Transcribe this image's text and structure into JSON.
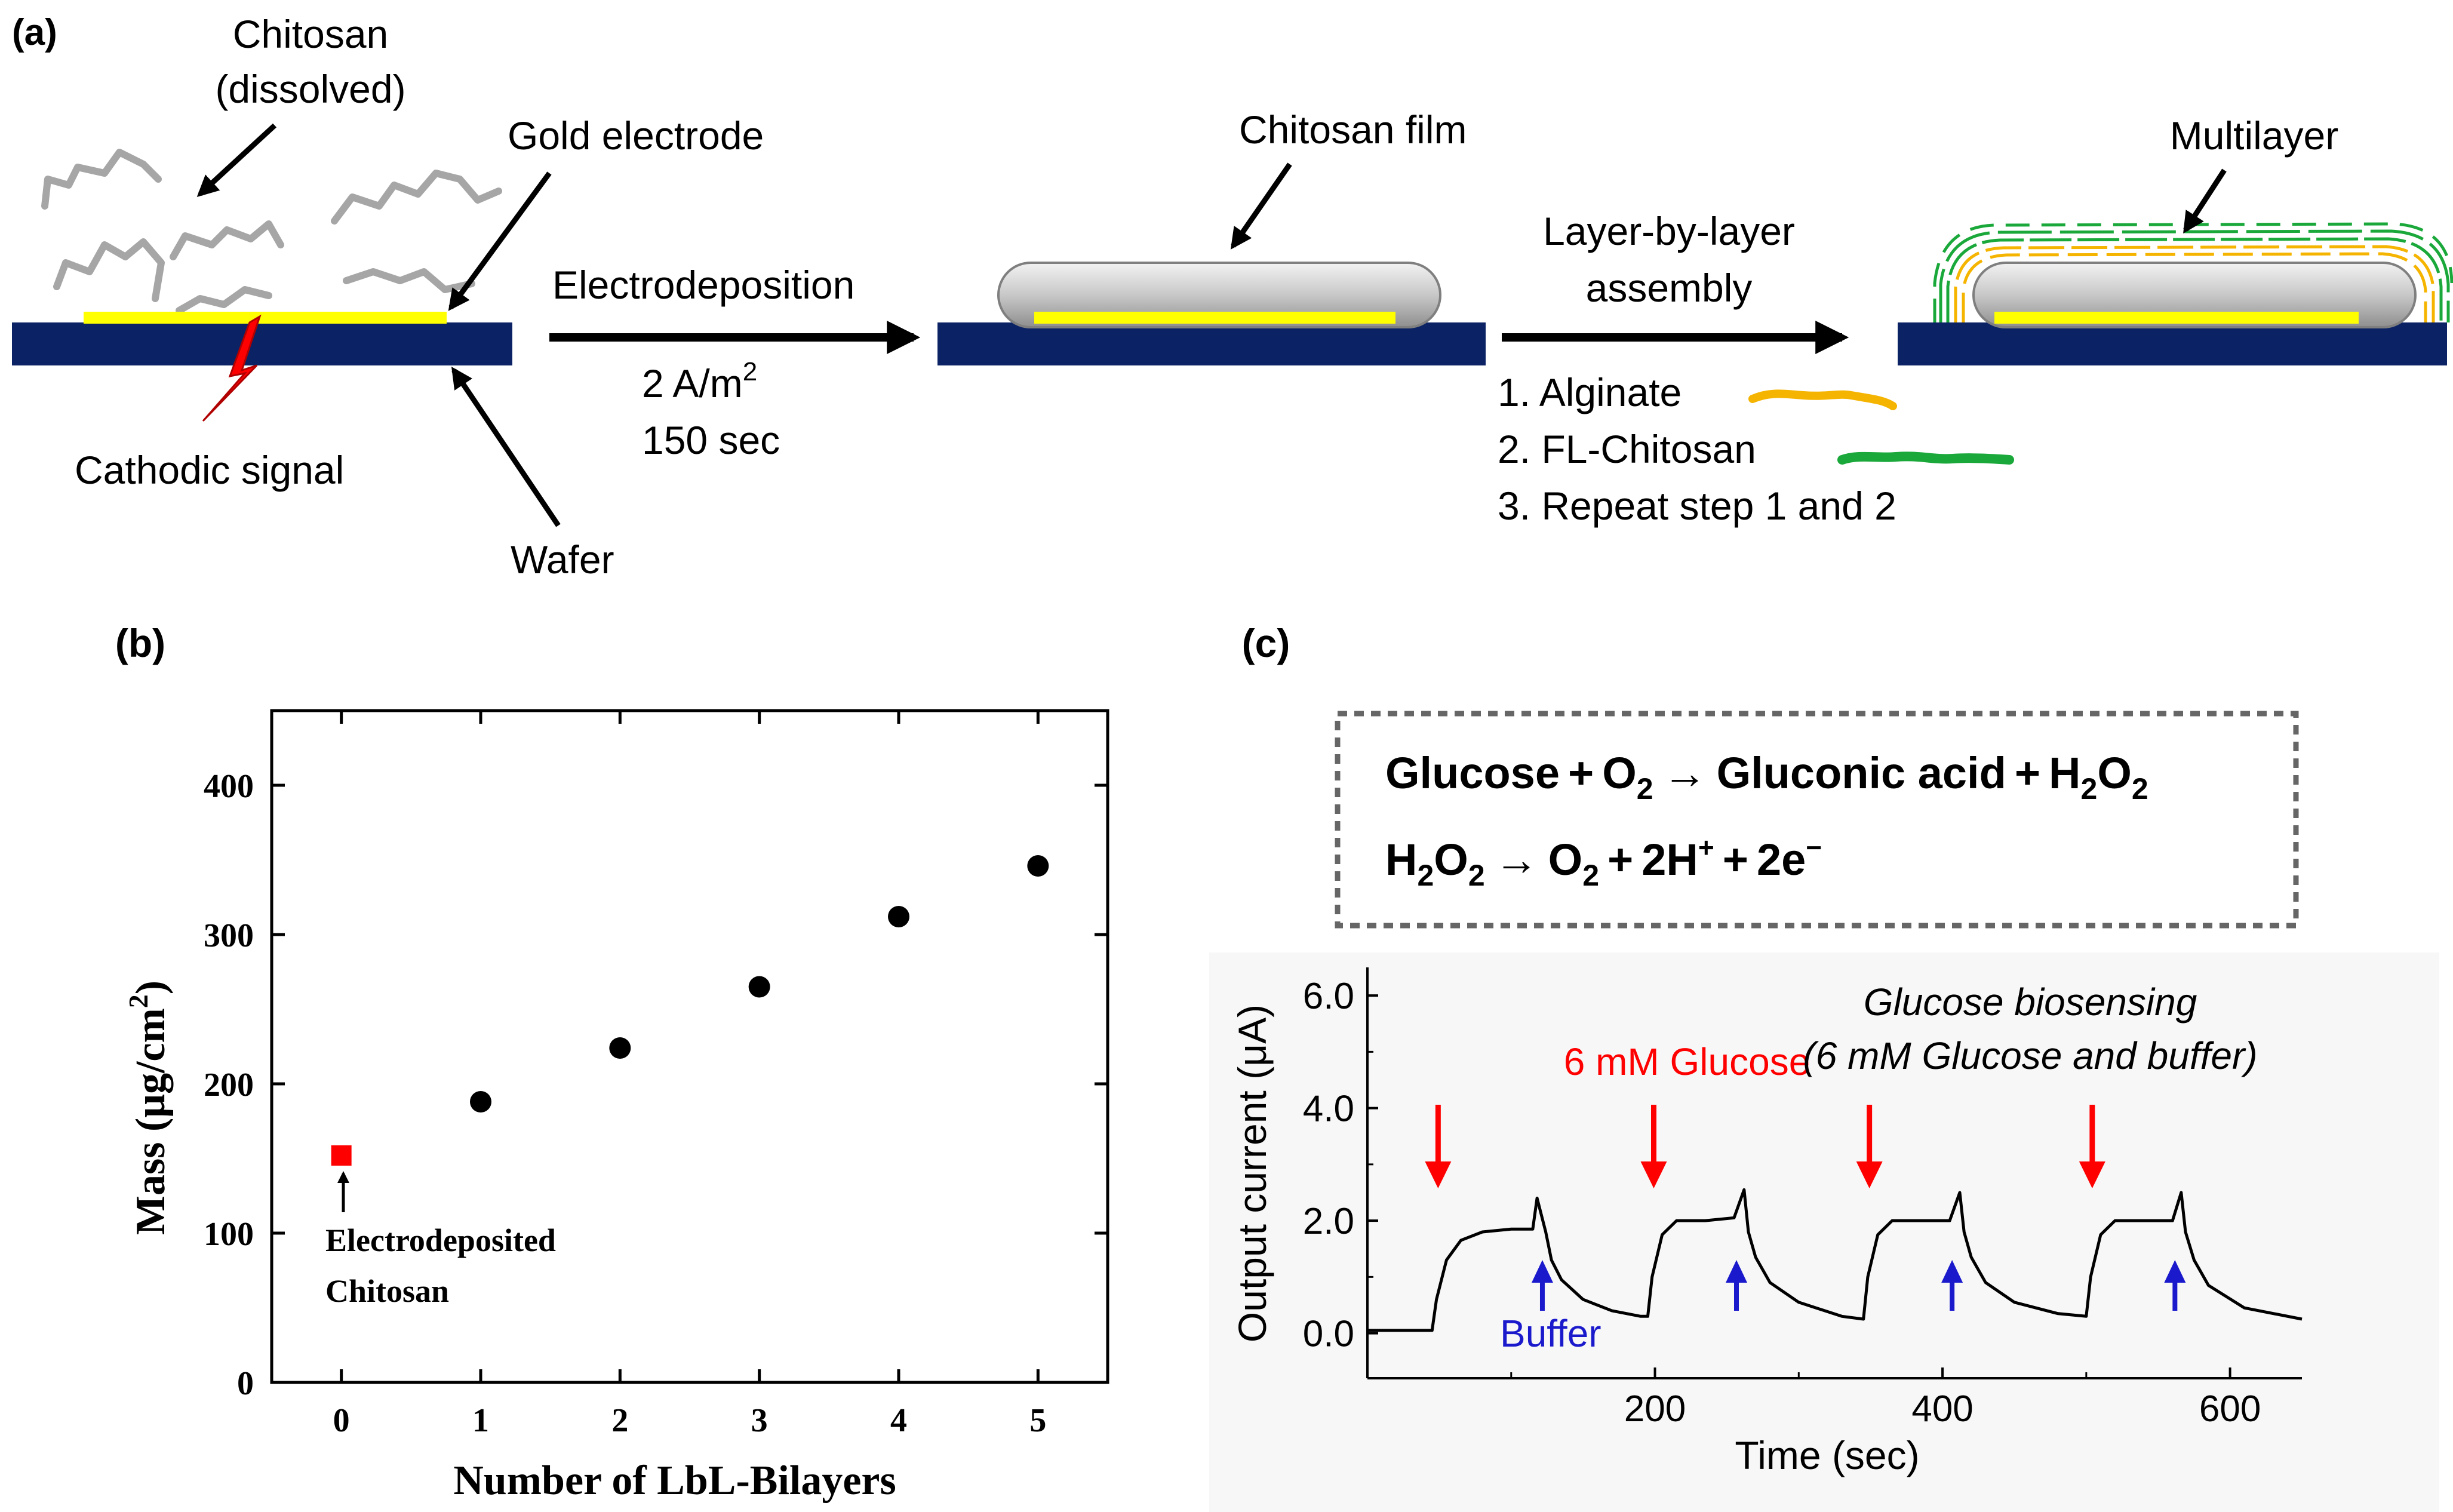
{
  "panel_a": {
    "label": "(a)",
    "chitosan_label_1": "Chitosan",
    "chitosan_label_2": "(dissolved)",
    "gold_electrode": "Gold electrode",
    "cathodic_signal": "Cathodic signal",
    "wafer": "Wafer",
    "electrodeposition": "Electrodeposition",
    "current_density": "2 A/m",
    "current_density_sup": "2",
    "duration": "150 sec",
    "chitosan_film": "Chitosan film",
    "lbl_1": "Layer-by-layer",
    "lbl_2": "assembly",
    "step1": "1. Alginate",
    "step2": "2. FL-Chitosan",
    "step3": "3. Repeat step 1 and 2",
    "multilayer": "Multilayer",
    "colors": {
      "wafer": "#0b2265",
      "gold": "#ffff00",
      "chitosan": "#a6a6a6",
      "alginate": "#f5b400",
      "fl_chitosan": "#1aa83a",
      "spark": "#ff0000"
    }
  },
  "panel_b": {
    "label": "(b)",
    "annotation_1": "Electrodeposited",
    "annotation_2": "Chitosan",
    "chart_data": {
      "type": "scatter",
      "xlabel": "Number of LbL-Bilayers",
      "ylabel_prefix": "Mass (",
      "ylabel_unit": "μg/cm",
      "ylabel_sup": "2",
      "ylabel_suffix": ")",
      "xlim": [
        -0.5,
        5.5
      ],
      "ylim": [
        0,
        450
      ],
      "x_ticks": [
        0,
        1,
        2,
        3,
        4,
        5
      ],
      "y_ticks": [
        0,
        100,
        200,
        300,
        400
      ],
      "series": [
        {
          "x": [
            0
          ],
          "y": [
            152
          ],
          "color": "#ff0000",
          "marker": "square"
        },
        {
          "x": [
            1,
            2,
            3,
            4,
            5
          ],
          "y": [
            188,
            224,
            265,
            312,
            346
          ],
          "color": "#000000",
          "marker": "circle"
        }
      ]
    }
  },
  "panel_c": {
    "label": "(c)",
    "eq1": {
      "a": "Glucose",
      "plus": "+",
      "o": "O",
      "sub2": "2",
      "arrow": "→",
      "gluconic": "Gluconic acid",
      "h": "H",
      "o2": "O"
    },
    "eq2": {
      "h": "H",
      "sub2": "2",
      "o": "O",
      "arrow": "→",
      "plus": "+",
      "twoH": "2H",
      "plus_sup": "+",
      "twoE": "2e",
      "minus_sup": "−"
    },
    "glucose_label": "6 mM Glucose",
    "buffer_label": "Buffer",
    "title_1": "Glucose biosensing",
    "title_2": "(6 mM Glucose and buffer)",
    "chart_data": {
      "type": "line",
      "xlabel": "Time (sec)",
      "ylabel": "Output current (μA)",
      "xlim": [
        0,
        650
      ],
      "ylim": [
        -0.8,
        6.5
      ],
      "x_ticks": [
        200,
        400,
        600
      ],
      "y_ticks": [
        0.0,
        2.0,
        4.0,
        6.0
      ],
      "glucose_times": [
        45,
        195,
        345,
        500
      ],
      "buffer_times": [
        125,
        260,
        410,
        565
      ],
      "series": [
        {
          "x": [
            0,
            45,
            48,
            55,
            65,
            80,
            100,
            115,
            118,
            124,
            128,
            135,
            150,
            170,
            190,
            195,
            198,
            205,
            215,
            235,
            255,
            262,
            265,
            270,
            280,
            300,
            330,
            345,
            348,
            355,
            365,
            385,
            405,
            412,
            415,
            420,
            430,
            450,
            480,
            500,
            503,
            510,
            520,
            540,
            560,
            566,
            569,
            575,
            585,
            610,
            650
          ],
          "y": [
            0.05,
            0.05,
            0.6,
            1.3,
            1.65,
            1.8,
            1.85,
            1.85,
            2.4,
            1.8,
            1.3,
            0.95,
            0.6,
            0.4,
            0.3,
            0.3,
            1.0,
            1.75,
            2.0,
            2.0,
            2.05,
            2.55,
            1.8,
            1.35,
            0.9,
            0.55,
            0.3,
            0.25,
            1.0,
            1.75,
            2.0,
            2.0,
            2.0,
            2.5,
            1.8,
            1.35,
            0.9,
            0.55,
            0.35,
            0.3,
            1.0,
            1.75,
            2.0,
            2.0,
            2.0,
            2.5,
            1.8,
            1.3,
            0.85,
            0.45,
            0.25
          ],
          "color": "#000000"
        }
      ]
    }
  }
}
